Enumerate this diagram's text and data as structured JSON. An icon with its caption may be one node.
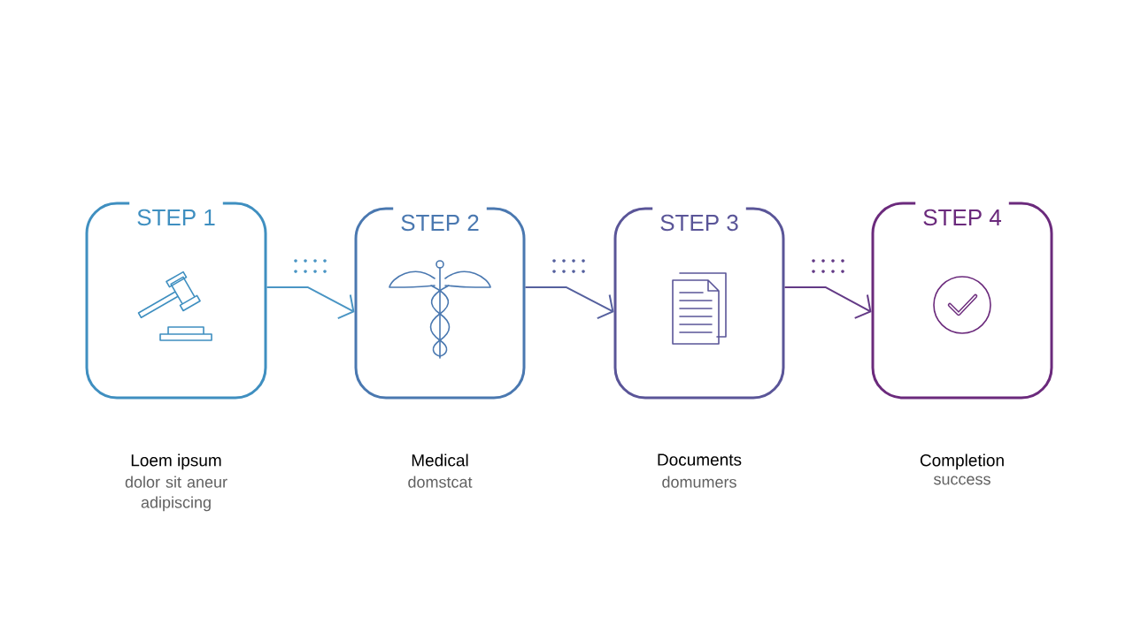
{
  "diagram": {
    "nodes": [
      {
        "text": [
          "STEP 1"
        ],
        "beside": [
          "Loem ipsum",
          "dolor sit aneur adipiscing"
        ]
      },
      {
        "text": [
          "STEP 2"
        ],
        "beside": [
          "Medical",
          "domstcat"
        ]
      },
      {
        "text": [
          "STEP 3"
        ],
        "beside": [
          "Documents",
          "domumers"
        ]
      },
      {
        "text": [
          "STEP 4"
        ],
        "beside": [
          "Completion",
          "success"
        ]
      }
    ],
    "edges": [
      {
        "from": 0,
        "to": 1,
        "arrow": "to",
        "color": "#4a95c4"
      },
      {
        "from": 1,
        "to": 2,
        "arrow": "to",
        "color": "#55609e"
      },
      {
        "from": 2,
        "to": 3,
        "arrow": "to",
        "color": "#633a86"
      }
    ]
  }
}
